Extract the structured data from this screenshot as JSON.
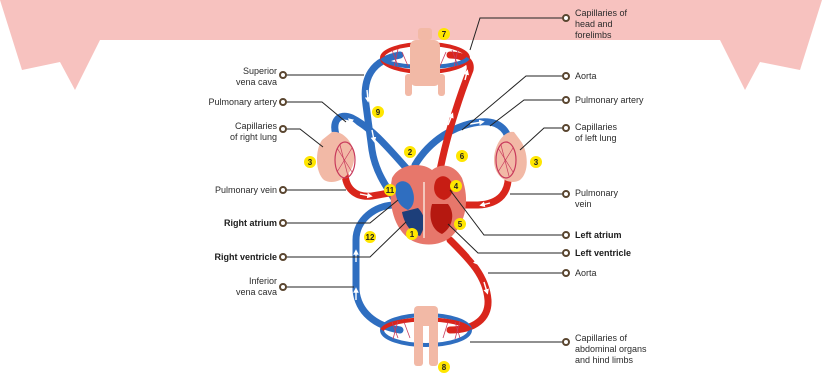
{
  "colors": {
    "oxygenated": "#d9261c",
    "deoxygenated": "#2f6ec0",
    "body_tissue": "#f2b9a6",
    "badge": "#ffe600",
    "leader_line": "#222222",
    "banner": "#e2231a"
  },
  "labels_left": {
    "superior_vena_cava": "Superior\nvena cava",
    "pulmonary_artery": "Pulmonary artery",
    "capillaries_right_lung": "Capillaries\nof right lung",
    "pulmonary_vein": "Pulmonary vein",
    "right_atrium": "Right atrium",
    "right_ventricle": "Right ventricle",
    "inferior_vena_cava": "Inferior\nvena cava"
  },
  "labels_right": {
    "capillaries_head": "Capillaries of\nhead and\nforelimbs",
    "aorta_top": "Aorta",
    "pulmonary_artery": "Pulmonary artery",
    "capillaries_left_lung": "Capillaries\nof left lung",
    "pulmonary_vein": "Pulmonary\nvein",
    "left_atrium": "Left atrium",
    "left_ventricle": "Left ventricle",
    "aorta_bottom": "Aorta",
    "capillaries_abdominal": "Capillaries of\nabdominal organs\nand hind limbs"
  },
  "markers": {
    "m1": "1",
    "m2": "2",
    "m3_left": "3",
    "m3_right": "3",
    "m4": "4",
    "m5": "5",
    "m6": "6",
    "m7": "7",
    "m8": "8",
    "m9": "9",
    "m11": "11",
    "m12": "12"
  }
}
